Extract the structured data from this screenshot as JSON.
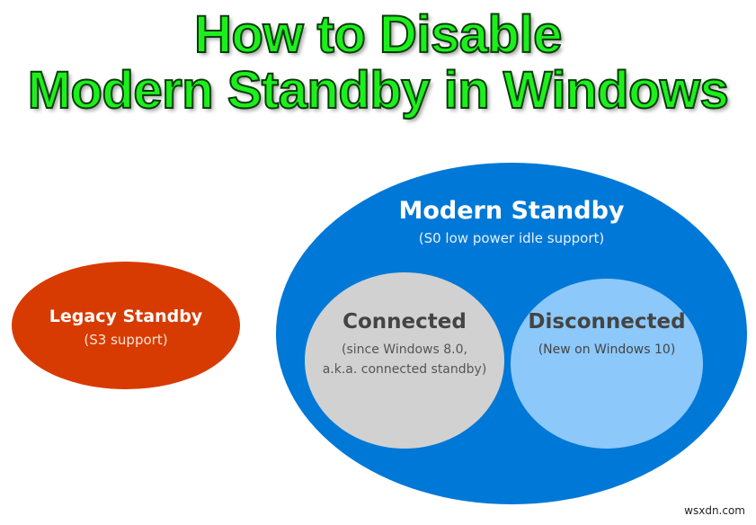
{
  "title": {
    "line1": "How to Disable",
    "line2": "Modern Standby in Windows"
  },
  "diagram": {
    "legacy": {
      "title": "Legacy Standby",
      "subtitle": "(S3 support)",
      "color": "#d83b01"
    },
    "modern": {
      "title": "Modern Standby",
      "subtitle": "(S0 low power idle support)",
      "color": "#0078d7"
    },
    "connected": {
      "title": "Connected",
      "subtitle_line1": "(since Windows 8.0,",
      "subtitle_line2": "a.k.a. connected standby)",
      "color": "#d1d1d1"
    },
    "disconnected": {
      "title": "Disconnected",
      "subtitle": "(New on Windows 10)",
      "color": "#8cc8fa"
    }
  },
  "watermark": "wsxdn.com"
}
